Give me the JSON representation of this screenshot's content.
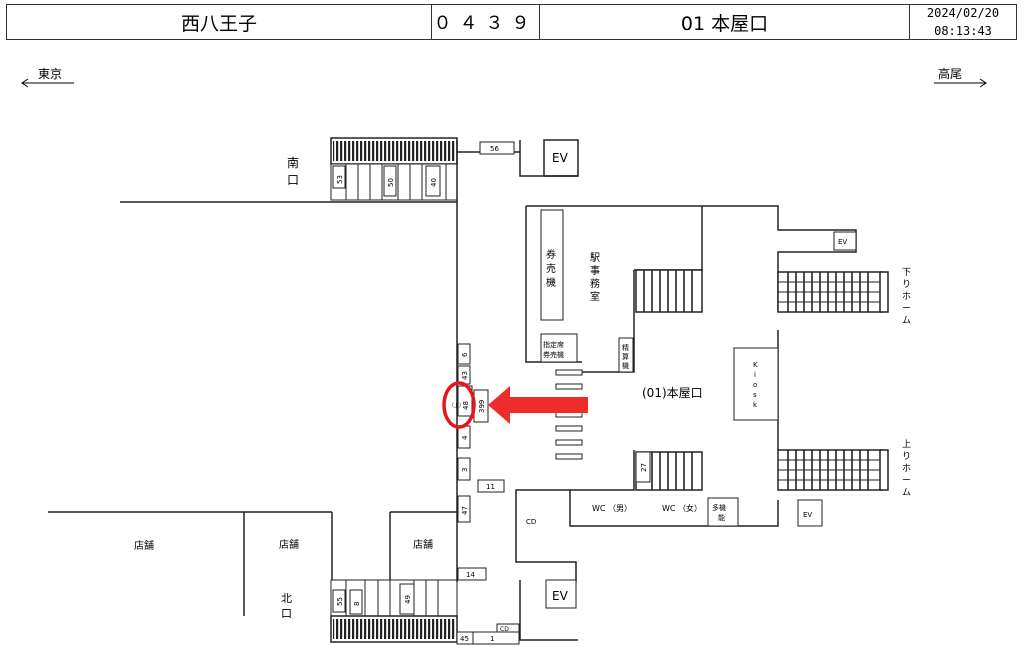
{
  "header": {
    "station": "西八王子",
    "code": "０４３９",
    "exit": "01 本屋口",
    "date": "2024/02/20",
    "time": "08:13:43"
  },
  "direction": {
    "left": "東京",
    "right": "高尾"
  },
  "labels": {
    "south_exit": [
      "南",
      "口"
    ],
    "north_exit": [
      "北",
      "口"
    ],
    "ticket_machine": [
      "券",
      "売",
      "機"
    ],
    "station_office": [
      "駅",
      "事",
      "務",
      "室"
    ],
    "reserved_ticket": [
      "指定席",
      "券売機"
    ],
    "fare_adjust": [
      "精",
      "算",
      "機"
    ],
    "kiosk": [
      "K",
      "i",
      "o",
      "s",
      "k"
    ],
    "main_exit": "(01)本屋口",
    "down_platform": [
      "下",
      "り",
      "ホ",
      "ー",
      "ム"
    ],
    "up_platform": [
      "上",
      "り",
      "ホ",
      "ー",
      "ム"
    ],
    "wc_m": "WC （男）",
    "wc_f": "WC （女）",
    "multi_toilet": [
      "多機",
      "能"
    ],
    "ev": "EV",
    "cd": "CD",
    "shop": "店舗",
    "up_mark": "（上）"
  },
  "numbers": [
    "56",
    "53",
    "50",
    "40",
    "6",
    "43",
    "48",
    "399",
    "4",
    "3",
    "11",
    "47",
    "14",
    "55",
    "8",
    "49",
    "45",
    "1",
    "27"
  ],
  "colors": {
    "highlight": "#e8141c",
    "arrow": "#ee2c2c",
    "line": "#222222"
  }
}
